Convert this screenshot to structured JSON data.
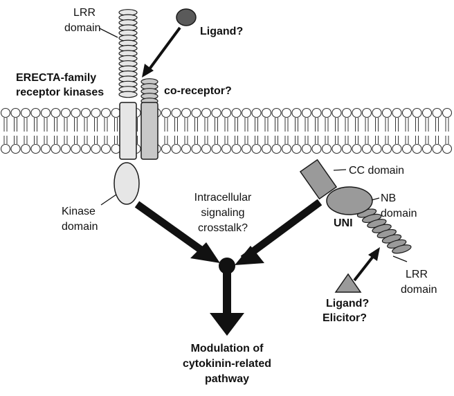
{
  "labels": {
    "lrr_top_1": "LRR",
    "lrr_top_2": "domain",
    "ligand_top": "Ligand?",
    "erecta_1": "ERECTA-family",
    "erecta_2": "receptor kinases",
    "coreceptor": "co-receptor?",
    "kinase_1": "Kinase",
    "kinase_2": "domain",
    "crosstalk_1": "Intracellular",
    "crosstalk_2": "signaling",
    "crosstalk_3": "crosstalk?",
    "cc_domain": "CC domain",
    "nb_1": "NB",
    "nb_2": "domain",
    "uni": "UNI",
    "lrr_right_1": "LRR",
    "lrr_right_2": "domain",
    "ligand_right_1": "Ligand?",
    "ligand_right_2": "Elicitor?",
    "modulation_1": "Modulation of",
    "modulation_2": "cytokinin-related",
    "modulation_3": "pathway"
  },
  "colors": {
    "light_gray": "#e6e6e6",
    "mid_gray": "#c8c8c8",
    "dark_gray": "#9a9a9a",
    "ligand_dark": "#5a5a5a",
    "outline": "#1a1a1a"
  }
}
